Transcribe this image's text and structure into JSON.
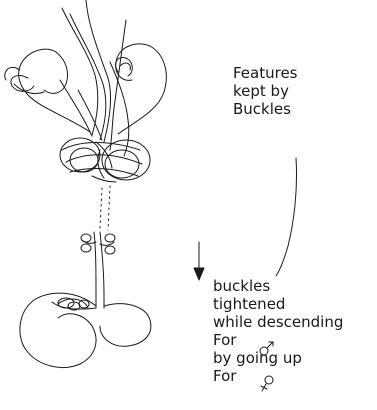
{
  "caption_top": {
    "line1": "Features",
    "line2": "kept by",
    "line3": "Buckles"
  },
  "caption_bottom": {
    "line1": "buckles",
    "line2": "tightened",
    "line3": "while descending",
    "line4": "For",
    "line5": "by going up",
    "line6": "For"
  },
  "icons": {
    "male_symbol": "male-symbol-icon",
    "female_symbol": "female-symbol-icon",
    "down_arrow": "down-arrow-icon"
  },
  "colors": {
    "ink": "#1a1a1a",
    "background": "#ffffff"
  }
}
